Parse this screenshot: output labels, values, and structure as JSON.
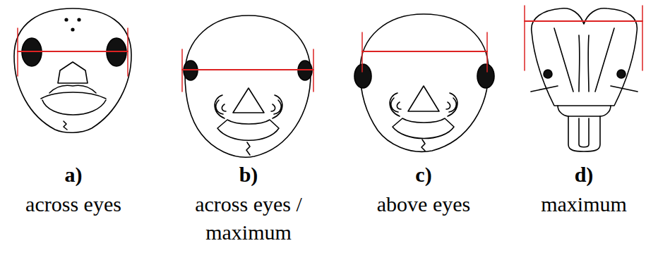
{
  "diagram": {
    "labels": [
      "a)",
      "across eyes",
      "b)",
      "across eyes / maximum",
      "c)",
      "above eyes",
      "d)",
      "maximum"
    ]
  }
}
